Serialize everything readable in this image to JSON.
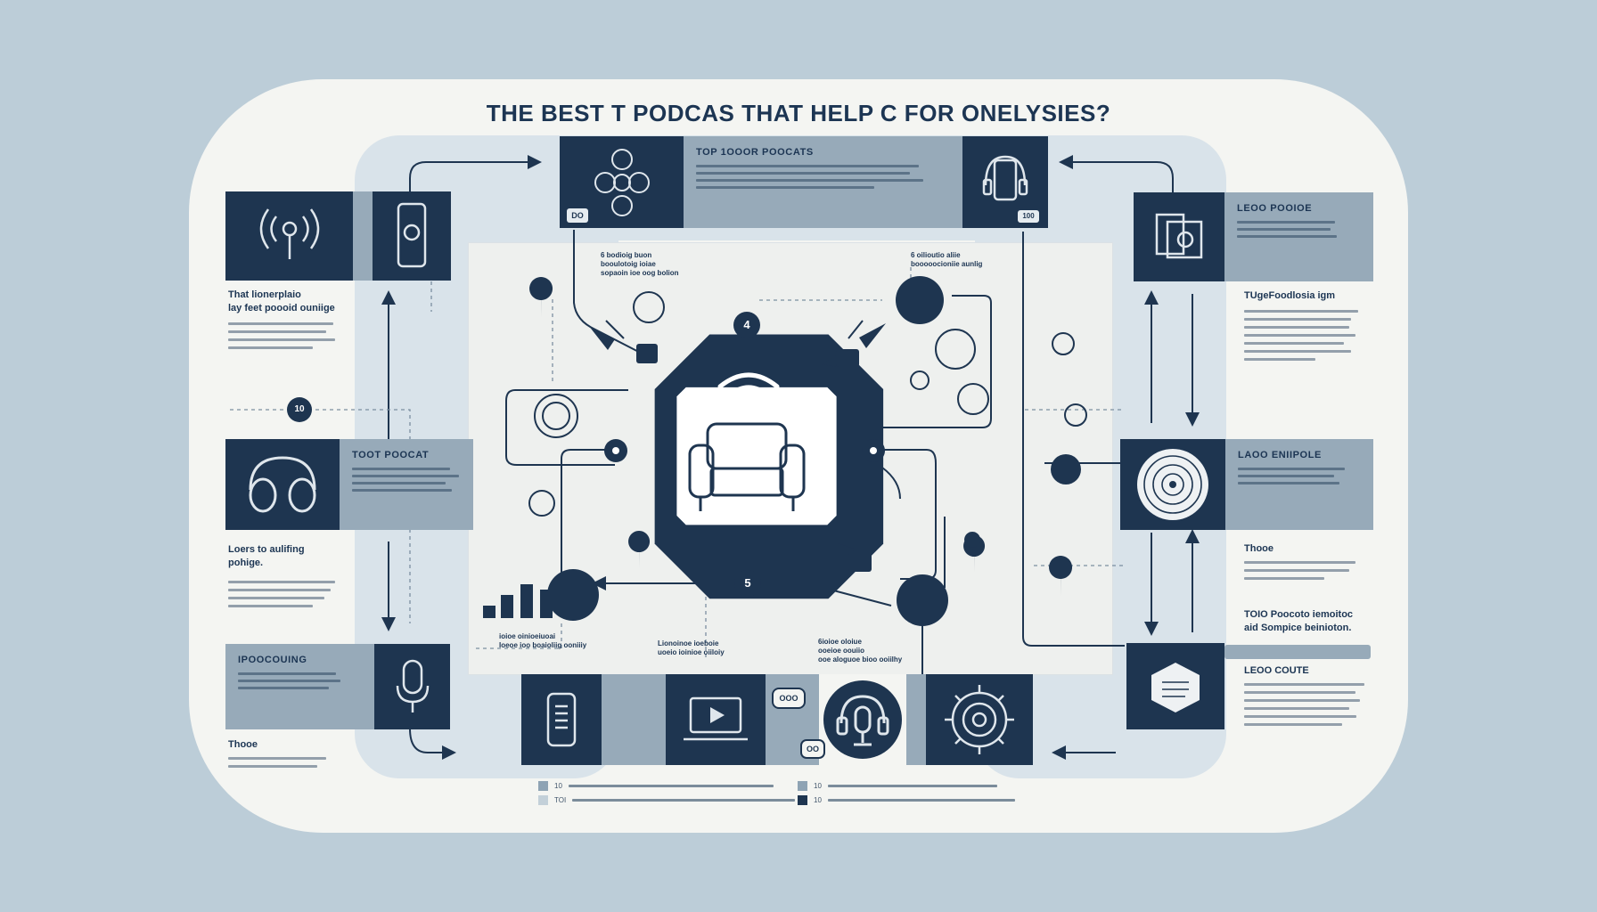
{
  "title": "THE  BEST T PODCAS THAT HELP  C FOR ONELYSIES?",
  "cards": {
    "top_center": {
      "title": "TOP  1OOOR POOCATS",
      "icons": [
        "people-network-icon",
        "tag-icon"
      ]
    },
    "top_right_phone": {
      "icons": [
        "phone-headphones-icon"
      ]
    },
    "left_1": {
      "icons": [
        "wireless-signal-icon",
        "phone-shield-icon"
      ]
    },
    "left_2": {
      "title": "TOOT POOCAT",
      "icons": [
        "headphones-icon"
      ]
    },
    "left_3": {
      "title": "IPOOCOUING",
      "icons": [
        "microphone-icon"
      ]
    },
    "right_1": {
      "title": "LEOO POOIOE",
      "icons": [
        "documents-icon"
      ]
    },
    "right_2": {
      "title": "LAOO ENIIPOLE",
      "icons": [
        "vinyl-record-icon"
      ]
    },
    "right_3": {
      "icons": [
        "cube-document-icon"
      ]
    }
  },
  "descriptions": {
    "left_1": {
      "head": [
        "That lionerplaio",
        "lay feet poooid ouniige"
      ]
    },
    "left_2": {
      "head": [
        "Loers to aulifing",
        "pohige."
      ]
    },
    "left_3": {
      "head": [
        "Thooe"
      ]
    },
    "right_1": {
      "head": [
        "TUgeFoodlosia igm"
      ]
    },
    "right_2": {
      "head": [
        "Thooe"
      ]
    },
    "right_3_head": {
      "head": [
        "TOIO Poocoto iemoitoc",
        "aid Sompice beinioton."
      ]
    },
    "right_3": {
      "head": [
        "LEOO COUTE"
      ]
    }
  },
  "notes": {
    "top_left": [
      "6 bodioig buon",
      "booulotoig ioiae",
      "sopaoin ioe oog bolion"
    ],
    "top_right": [
      "6 oilioutio aliie",
      "booooocioniie aunlig"
    ],
    "bottom_left": [
      "ioioe oinioeiuoai",
      "Ioeoe ioo boaioliig ooniiiy"
    ],
    "bottom_mid": [
      "Lionoinoe ioeboie",
      "uoeio ioinioe oiiloiy"
    ],
    "bottom_right": [
      "6ioioe oloiue",
      "ooeioe oouiio",
      "ooe aloguoe bioo ooiilhy"
    ]
  },
  "badges": {
    "center_top": "4",
    "center_bottom": "5",
    "left_pin": "10",
    "top_card_tag": "DO",
    "phone_card_tag": "100"
  },
  "hub": {
    "icons": [
      "wifi-icon",
      "armchair-icon"
    ]
  },
  "bottom_row": {
    "icons": [
      "smartphone-audio-icon",
      "bar-chart-icon",
      "laptop-play-icon",
      "headset-icon",
      "gear-brain-icon"
    ],
    "speech_labels": [
      "OOO",
      "OO"
    ]
  },
  "legend": [
    {
      "label": "10",
      "color": "#8ea3b4"
    },
    {
      "label": "TOI",
      "color": "#c3d0d9"
    },
    {
      "label": "10",
      "color": "#8ea3b4"
    },
    {
      "label": "10",
      "color": "#1e3550"
    }
  ],
  "colors": {
    "background": "#bccdd8",
    "board": "#f4f5f2",
    "navy": "#1e3550",
    "slate": "#97aab9",
    "halo": "#d9e3ea"
  }
}
